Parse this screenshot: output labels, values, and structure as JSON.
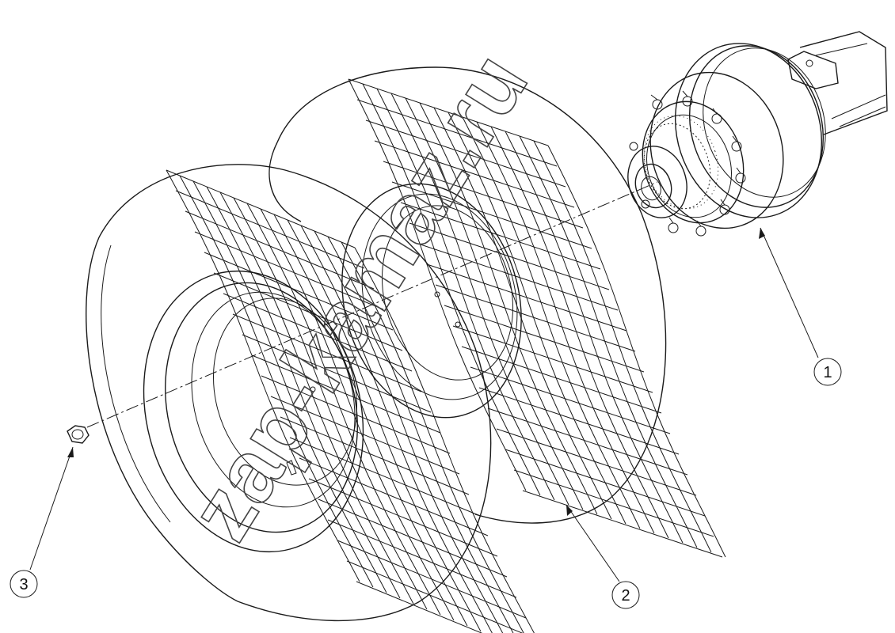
{
  "diagram": {
    "callouts": [
      {
        "id": "hub",
        "number": "1"
      },
      {
        "id": "dual-tires",
        "number": "2"
      },
      {
        "id": "wheel-nut",
        "number": "3"
      }
    ],
    "watermark": "zap-kamaz.ru",
    "colors": {
      "line": "#1a1a1a",
      "background": "#ffffff"
    }
  }
}
